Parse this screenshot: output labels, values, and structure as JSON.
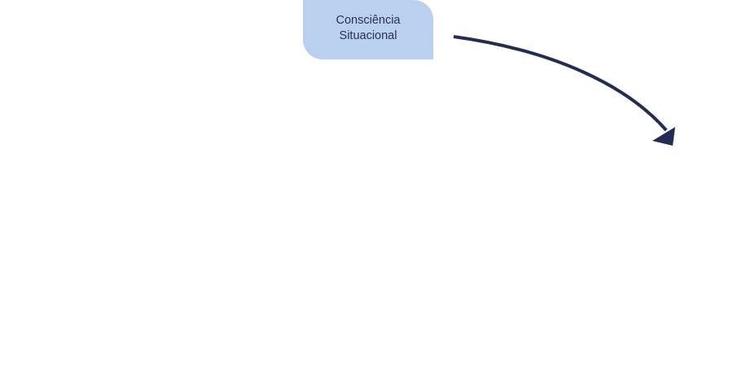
{
  "diagram": {
    "nodes": [
      {
        "label": "Consciência\nSituacional",
        "fill": "#b9d0ef",
        "text_color": "#2b3250"
      }
    ],
    "edges": [
      {
        "from": "node-0",
        "to": "offscreen-right",
        "style": "curved-arrow",
        "color": "#232c52"
      }
    ]
  }
}
